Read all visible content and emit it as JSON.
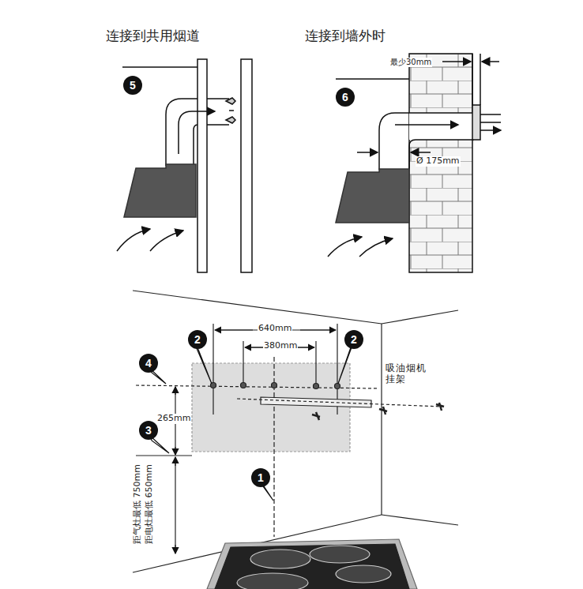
{
  "diagram": {
    "nodes": [
      {
        "text": [
          "5"
        ]
      },
      {
        "text": [
          "6"
        ]
      },
      {
        "text": [
          "2"
        ]
      },
      {
        "text": [
          "2"
        ]
      },
      {
        "text": [
          "4"
        ]
      },
      {
        "text": [
          "3"
        ]
      },
      {
        "text": [
          "1"
        ]
      }
    ],
    "labels": [
      "连接到共用烟道",
      "连接到墙外时",
      "最少30mm",
      "Ø 175mm",
      "640mm",
      "380mm",
      "265mm",
      "吸油烟机 挂架",
      "距气灶最低 750mm",
      "距电灶最低 650mm"
    ]
  }
}
